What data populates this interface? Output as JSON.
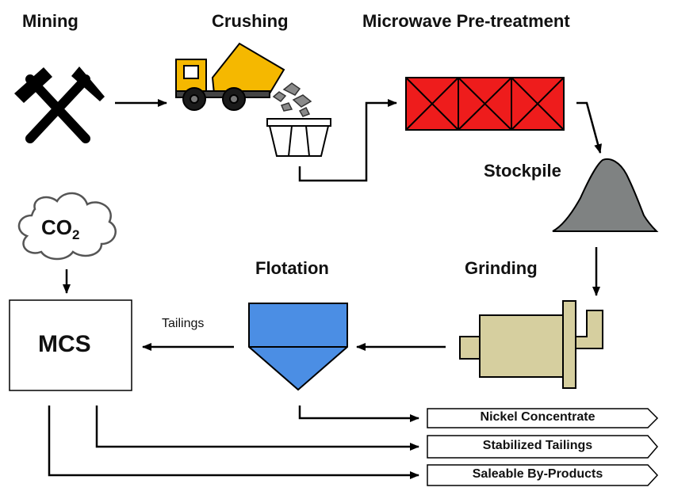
{
  "stages": {
    "mining": "Mining",
    "crushing": "Crushing",
    "microwave": "Microwave Pre-treatment",
    "stockpile": "Stockpile",
    "grinding": "Grinding",
    "flotation": "Flotation",
    "mcs": "MCS"
  },
  "co2": {
    "base": "CO",
    "subscript": "2"
  },
  "flows": {
    "tailings": "Tailings"
  },
  "outputs": [
    "Nickel Concentrate",
    "Stabilized Tailings",
    "Saleable By-Products"
  ],
  "colors": {
    "microwave_fill": "#ee1c1c",
    "truck_yellow": "#f5b800",
    "stockpile_gray": "#7f8282",
    "grinder_tan": "#d6cf9f",
    "flotation_blue": "#4b8ee4"
  },
  "icons": [
    "crossed-hammers-icon",
    "dump-truck-icon",
    "rocks-icon",
    "hopper-icon",
    "cloud-icon"
  ]
}
